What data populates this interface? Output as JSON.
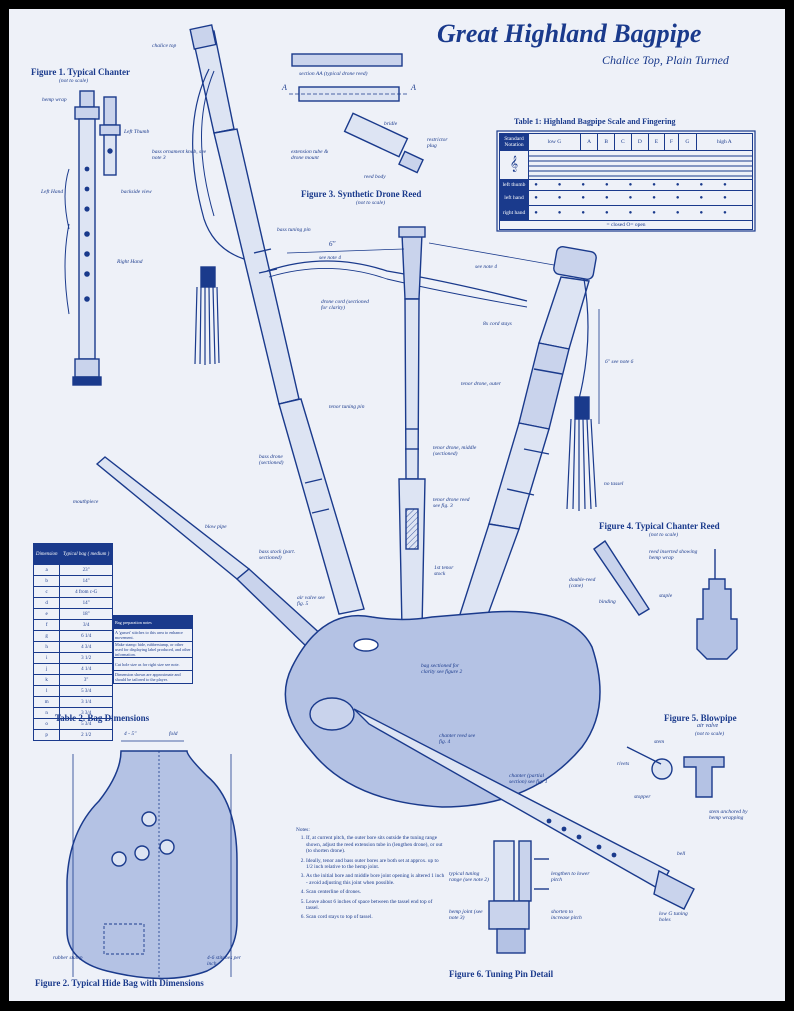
{
  "title": "Great Highland Bagpipe",
  "subtitle": "Chalice Top, Plain Turned",
  "figures": {
    "fig1": {
      "caption": "Figure 1. Typical Chanter",
      "note": "(not to scale)"
    },
    "fig2": {
      "caption": "Figure 2. Typical Hide Bag with Dimensions"
    },
    "fig3": {
      "caption": "Figure 3. Synthetic Drone Reed",
      "note": "(not to scale)"
    },
    "fig4": {
      "caption": "Figure 4. Typical Chanter Reed",
      "note": "(not to scale)"
    },
    "fig5": {
      "caption": "Figure 5. Blowpipe",
      "note1": "air valve",
      "note2": "(not to scale)"
    },
    "fig6": {
      "caption": "Figure 6. Tuning Pin Detail"
    }
  },
  "labels": {
    "hemp_wrap": "hemp wrap",
    "left_thumb": "Left Thumb",
    "left_hand": "Left Hand",
    "right_hand": "Right Hand",
    "backside_view": "backside view",
    "chalice_top": "chalice top",
    "bass_ornament": "bass ornament knob, see note 3",
    "bass_tuning_pin": "bass tuning pin",
    "section_aa": "section AA (typical drone reed)",
    "a_left": "A",
    "a_right": "A",
    "bridle": "bridle",
    "restrictor_plug": "restrictor plug",
    "extension_tube": "extension tube & drone mount",
    "reed_body": "reed body",
    "dim_6": "6\"",
    "see_note_4a": "see note 4",
    "see_note_4b": "see note 4",
    "drone_cord": "drone cord (sectioned for clarity)",
    "cord_stays": "8x cord stays",
    "six_inch_note": "6\" see note 6",
    "tenor_tuning_pin": "tenor tuning pin",
    "tenor_drone_outer": "tenor drone, outer",
    "tenor_drone_middle": "tenor drone, middle (sectioned)",
    "tenor_drone_reed": "tenor drone reed see fig. 3",
    "bass_drone": "bass drone (sectioned)",
    "mouthpiece": "mouthpiece",
    "blow_pipe": "blow pipe",
    "bass_stock": "bass stock (part. sectioned)",
    "air_valve_see": "air valve see fig. 5",
    "tenor_stock": "1st tenor stock",
    "bag_sectioned": "bag sectioned for clarity see figure 2",
    "chanter_reed_see": "chanter reed see fig. 4",
    "chanter_partial": "chanter (partial section) see fig. 1",
    "reed_inserted": "reed inserted showing hemp wrap",
    "double_reed": "double-reed (cane)",
    "staple": "staple",
    "binding": "binding",
    "stem": "stem",
    "rivets": "rivets",
    "stopper": "stopper",
    "stem_anchored": "stem anchored by hemp wrapping",
    "bell": "bell",
    "low_g_holes": "low G tuning holes",
    "typical_tuning_range": "typical tuning range (see note 2)",
    "hemp_joint": "hemp joint (see note 3)",
    "lengthen": "lengthen to lower pitch",
    "shorten": "shorten to increase pitch",
    "no_tassel": "no tassel",
    "rubber_stamp": "rubber stamp",
    "stitches": "4-6 stitches per inch",
    "bag_dims_top": "4 - 5\"",
    "bag_dims_fold": "fold"
  },
  "scale_table": {
    "caption": "Table 1: Highland Bagpipe Scale and Fingering",
    "row_header": "Standard Notation",
    "notes": [
      "low G",
      "A",
      "B",
      "C",
      "D",
      "E",
      "F",
      "G",
      "high A"
    ],
    "hand_rows": [
      "left thumb",
      "left hand",
      "right hand"
    ],
    "legend": "= closed   O= open"
  },
  "bag_table": {
    "caption": "Table 2. Bag Dimensions",
    "header_col1": "Dimension",
    "header_col2": "Typical bag ( medium )",
    "rows": [
      [
        "a",
        "23\""
      ],
      [
        "b",
        "14\""
      ],
      [
        "c",
        "4 from c-G"
      ],
      [
        "d",
        "14\""
      ],
      [
        "e",
        "18\""
      ],
      [
        "f",
        "3/4"
      ],
      [
        "g",
        "6 1/4"
      ],
      [
        "h",
        "4 3/4"
      ],
      [
        "i",
        "3 1/2"
      ],
      [
        "j",
        "4 1/4"
      ],
      [
        "k",
        "3\""
      ],
      [
        "l",
        "5 3/4"
      ],
      [
        "m",
        "3 1/4"
      ],
      [
        "n",
        "3 3/4"
      ],
      [
        "o",
        "5 3/4"
      ],
      [
        "p",
        "2 1/2"
      ]
    ]
  },
  "bag_notes": {
    "title": "Bag preparation notes",
    "items": [
      "A 'gusset' stitches to this area to enhance movement.",
      "Make stamp: hide, rubberstamp, or other used for displaying label produced, and other information.",
      "Cut hole size as for right size see note.",
      "Dimension shown are approximate and should be tailored to the player."
    ]
  },
  "notes": {
    "title": "Notes:",
    "items": [
      "If, at current pitch, the outer bore sits outside the tuning range shown, adjust the reed extension tube in (lengthen drone), or out (to shorten drone).",
      "Ideally, tenor and bass outer bores are both set at approx. up to 1/2 inch relative to the hemp joint.",
      "As the initial bore and middle bore joint opening is altered 1 inch - avoid adjusting this joint when possible.",
      "Scan centerline of drones.",
      "Leave about 6 inches of space between the tassel end top of tassel.",
      "Scan cord stays to top of tassel."
    ]
  }
}
